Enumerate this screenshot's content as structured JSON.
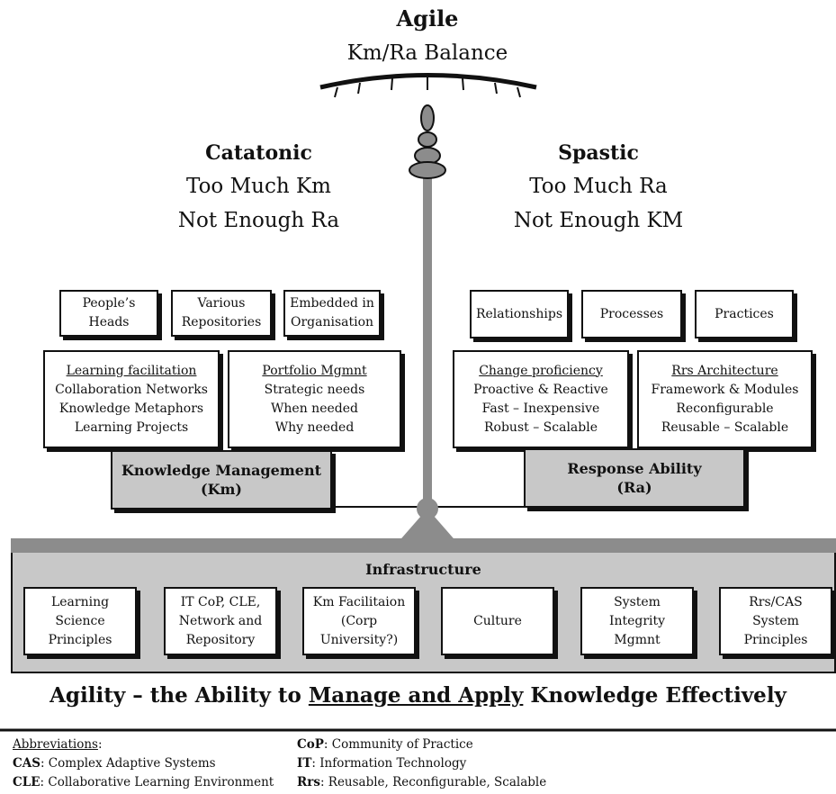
{
  "top": {
    "title": "Agile",
    "subtitle": "Km/Ra Balance"
  },
  "left_state": {
    "title": "Catatonic",
    "line1": "Too Much Km",
    "line2": "Not Enough Ra"
  },
  "right_state": {
    "title": "Spastic",
    "line1": "Too Much Ra",
    "line2": "Not Enough KM"
  },
  "km_sources": [
    {
      "l1": "People’s",
      "l2": "Heads"
    },
    {
      "l1": "Various",
      "l2": "Repositories"
    },
    {
      "l1": "Embedded in",
      "l2": "Organisation"
    }
  ],
  "ra_sources": [
    "Relationships",
    "Processes",
    "Practices"
  ],
  "learning": {
    "heading": "Learning facilitation",
    "l1": "Collaboration Networks",
    "l2": "Knowledge Metaphors",
    "l3": "Learning Projects"
  },
  "portfolio": {
    "heading": "Portfolio Mgmnt",
    "l1": "Strategic needs",
    "l2": "When needed",
    "l3": "Why needed"
  },
  "change": {
    "heading": "Change proficiency",
    "l1": "Proactive & Reactive",
    "l2": "Fast – Inexpensive",
    "l3": "Robust – Scalable"
  },
  "rrs": {
    "heading": "Rrs Architecture",
    "l1": "Framework & Modules",
    "l2": "Reconfigurable",
    "l3": "Reusable – Scalable"
  },
  "km": {
    "l1": "Knowledge Management",
    "l2": "(Km)"
  },
  "ra": {
    "l1": "Response Ability",
    "l2": "(Ra)"
  },
  "infrastructure": {
    "title": "Infrastructure",
    "items": [
      {
        "l1": "Learning",
        "l2": "Science",
        "l3": "Principles"
      },
      {
        "l1": "IT CoP, CLE,",
        "l2": "Network and",
        "l3": "Repository"
      },
      {
        "l1": "Km Facilitaion",
        "l2": "(Corp",
        "l3": "University?)"
      },
      {
        "l1": "Culture",
        "l2": "",
        "l3": ""
      },
      {
        "l1": "System",
        "l2": "Integrity",
        "l3": "Mgmnt"
      },
      {
        "l1": "Rrs/CAS",
        "l2": "System",
        "l3": "Principles"
      }
    ]
  },
  "tagline": {
    "pre": "Agility – the Ability to ",
    "underlined": "Manage and Apply",
    "post": " Knowledge Effectively"
  },
  "abbreviations": {
    "heading": "Abbreviations",
    "colon": ":",
    "left": [
      {
        "key": "CAS",
        "value": ": Complex Adaptive Systems"
      },
      {
        "key": "CLE",
        "value": ": Collaborative Learning Environment"
      }
    ],
    "right": [
      {
        "key": "CoP",
        "value": ": Community of Practice"
      },
      {
        "key": "IT",
        "value": ": Information Technology"
      },
      {
        "key": "Rrs",
        "value": ": Reusable, Reconfigurable, Scalable"
      }
    ]
  },
  "colors": {
    "beam": "#8c8c8c",
    "box_fill": "#c8c8c8",
    "border": "#111111"
  }
}
